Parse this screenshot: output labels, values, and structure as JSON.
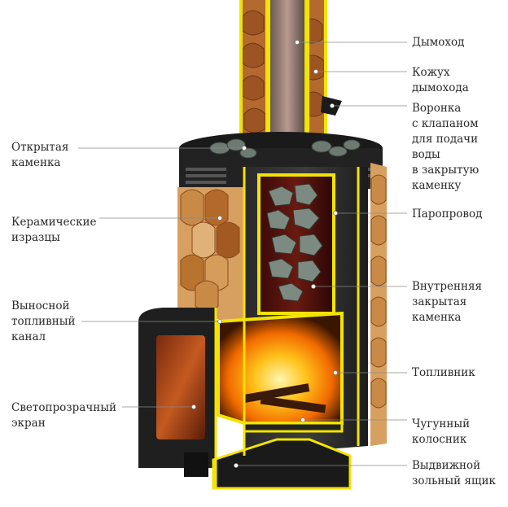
{
  "colors": {
    "outline": "#f2e400",
    "body": "#1a1a1a",
    "fire": "#ff8a00",
    "tile_light": "#d9a066",
    "tile_dark": "#8a4a1c",
    "stone": "#7d8a82",
    "leader": "#888888"
  },
  "labels_left": [
    {
      "id": "open-heater",
      "text": "Открытая\nкаменка"
    },
    {
      "id": "ceramic-tiles",
      "text": "Керамические\nизразцы"
    },
    {
      "id": "fuel-channel",
      "text": "Выносной\nтопливный\nканал"
    },
    {
      "id": "glass-screen",
      "text": "Светопрозрачный\nэкран"
    }
  ],
  "labels_right": [
    {
      "id": "chimney",
      "text": "Дымоход"
    },
    {
      "id": "chimney-casing",
      "text": "Кожух\nдымохода"
    },
    {
      "id": "funnel",
      "text": "Воронка\nс клапаном\nдля подачи\nводы\nв закрытую\nкаменку"
    },
    {
      "id": "steam-pipe",
      "text": "Паропровод"
    },
    {
      "id": "inner-heater",
      "text": "Внутренняя\nзакрытая\nкаменка"
    },
    {
      "id": "firebox",
      "text": "Топливник"
    },
    {
      "id": "grate",
      "text": "Чугунный\nколосник"
    },
    {
      "id": "ash-drawer",
      "text": "Выдвижной\nзольный ящик"
    }
  ]
}
